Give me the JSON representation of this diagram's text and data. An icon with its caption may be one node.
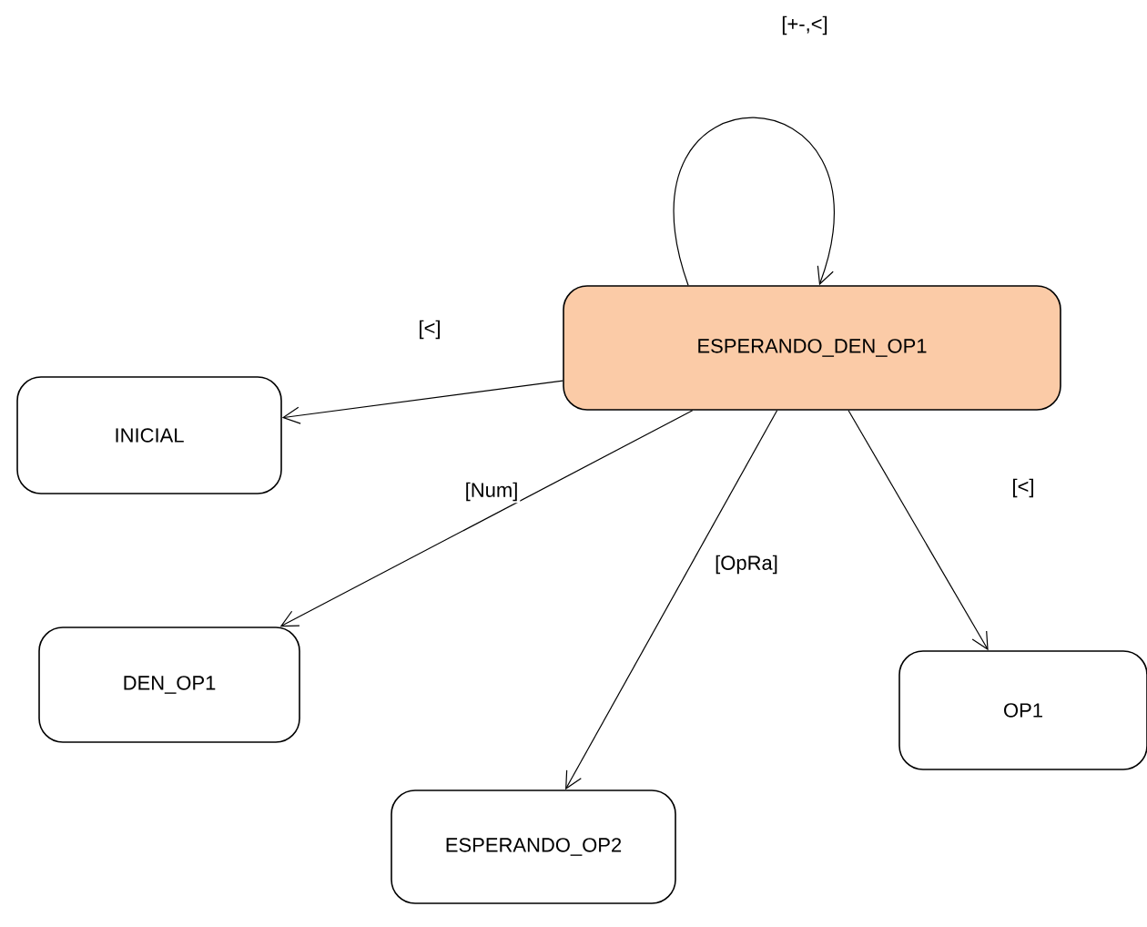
{
  "diagram": {
    "nodes": [
      {
        "text": [
          "ESPERANDO_DEN_OP1"
        ]
      },
      {
        "text": [
          "INICIAL"
        ]
      },
      {
        "text": [
          "DEN_OP1"
        ]
      },
      {
        "text": [
          "OP1"
        ]
      },
      {
        "text": [
          "ESPERANDO_OP2"
        ]
      }
    ],
    "edges": [
      {
        "from": 0,
        "to": 0,
        "arrow": "to",
        "label": "[+-,<]"
      },
      {
        "from": 0,
        "to": 1,
        "arrow": "to",
        "label": "[<]"
      },
      {
        "from": 0,
        "to": 2,
        "arrow": "to",
        "label": "[Num]"
      },
      {
        "from": 0,
        "to": 4,
        "arrow": "to",
        "label": "[OpRa]"
      },
      {
        "from": 0,
        "to": 3,
        "arrow": "to",
        "label": "[<]"
      }
    ]
  }
}
